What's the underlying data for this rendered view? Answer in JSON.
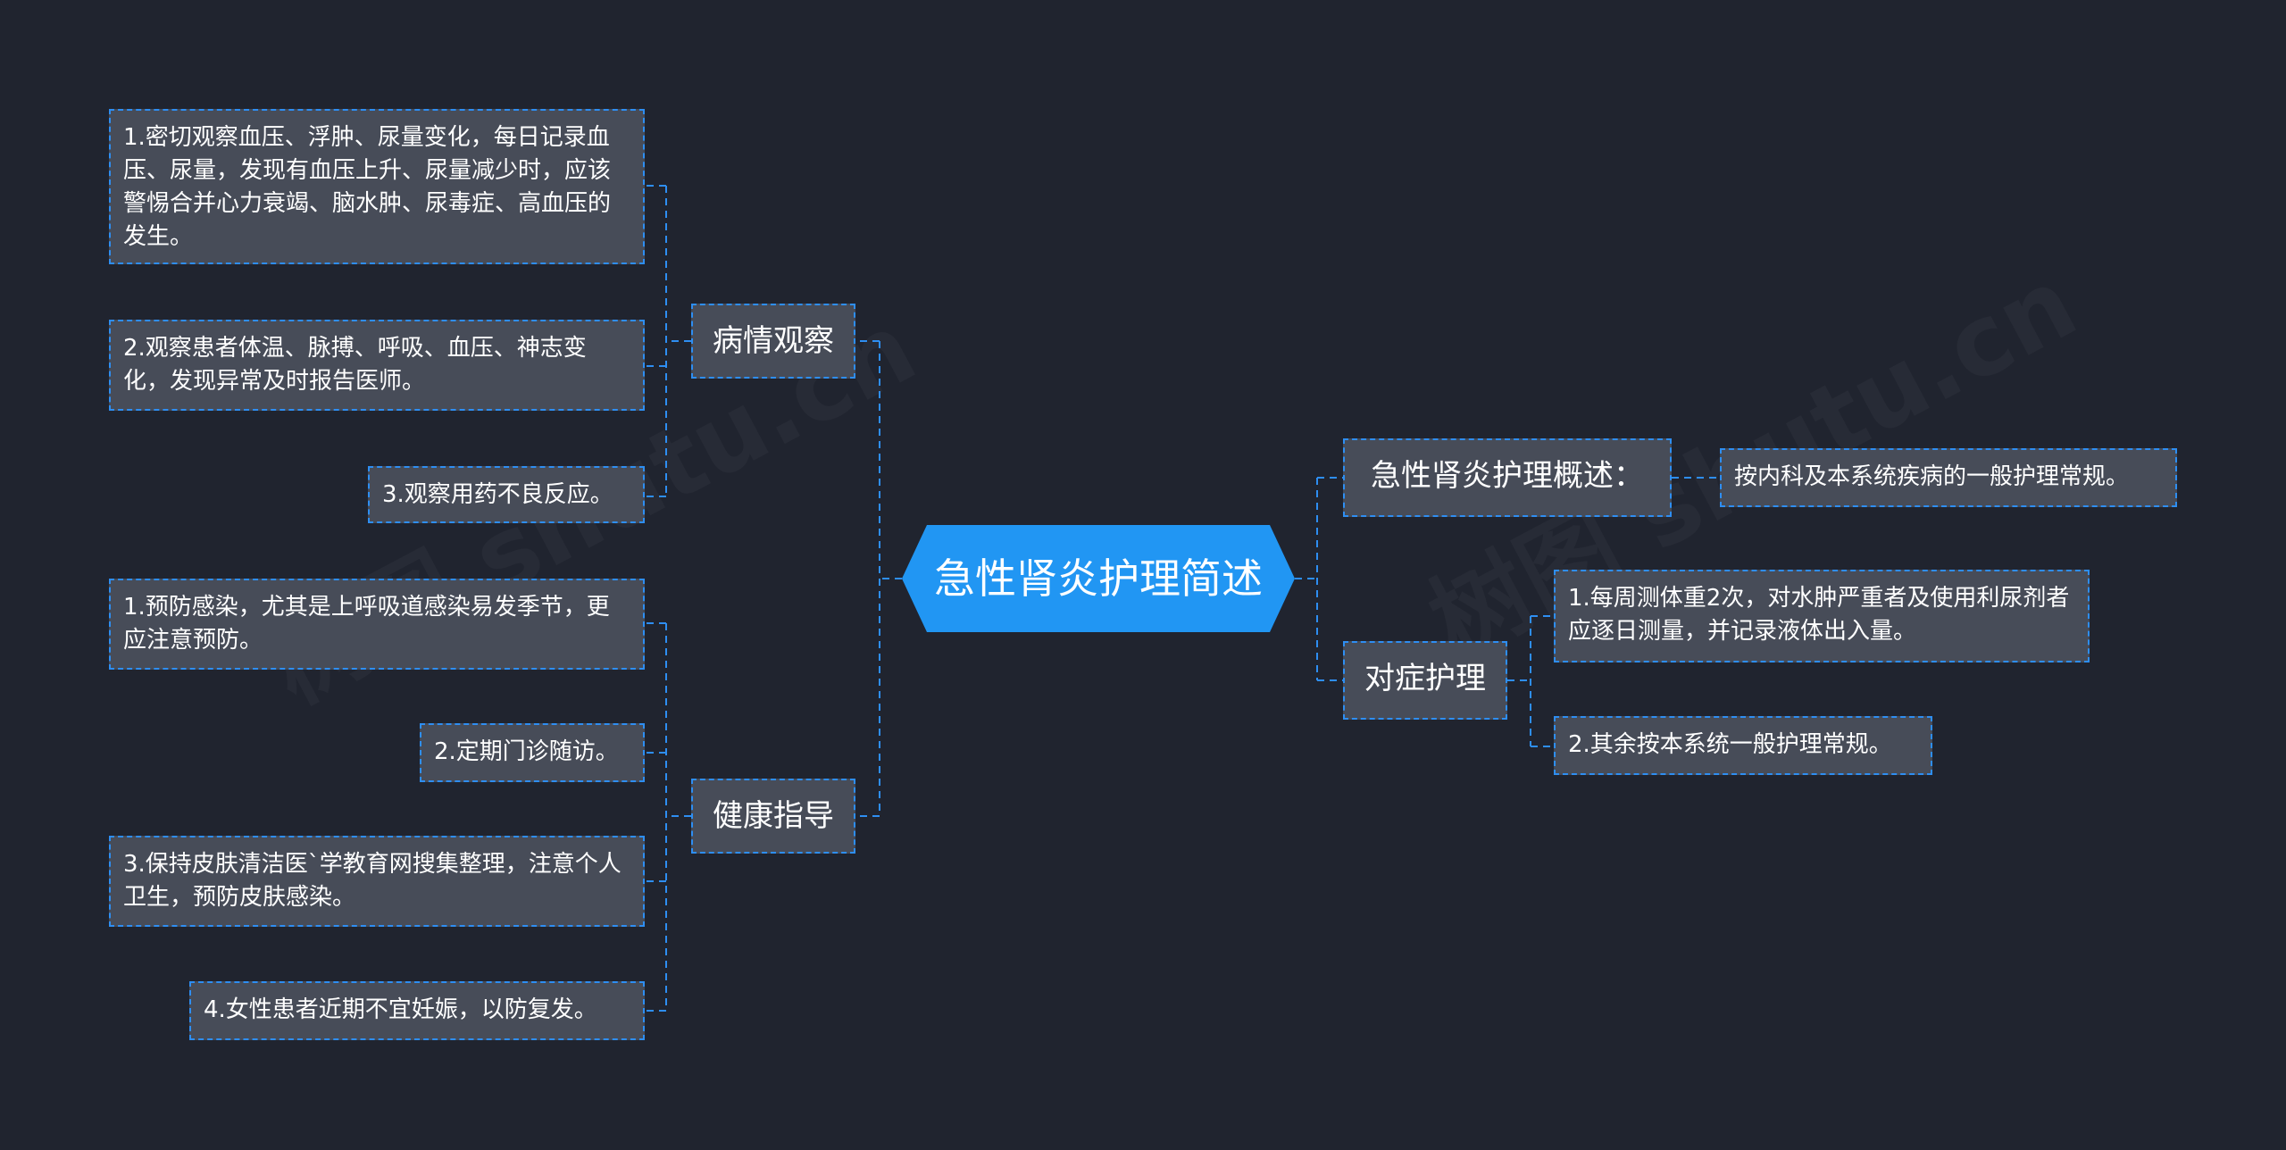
{
  "root": {
    "title": "急性肾炎护理简述"
  },
  "branches": {
    "observation": {
      "label": "病情观察",
      "items": [
        "1.密切观察血压、浮肿、尿量变化，每日记录血压、尿量，发现有血压上升、尿量减少时，应该警惕合并心力衰竭、脑水肿、尿毒症、高血压的发生。",
        "2.观察患者体温、脉搏、呼吸、血压、神志变化，发现异常及时报告医师。",
        "3.观察用药不良反应。"
      ]
    },
    "health": {
      "label": "健康指导",
      "items": [
        "1.预防感染，尤其是上呼吸道感染易发季节，更应注意预防。",
        "2.定期门诊随访。",
        "3.保持皮肤清洁医`学教育网搜集整理，注意个人卫生，预防皮肤感染。",
        "4.女性患者近期不宜妊娠，以防复发。"
      ]
    },
    "overview": {
      "label": "急性肾炎护理概述：",
      "items": [
        "按内科及本系统疾病的一般护理常规。"
      ]
    },
    "symptomatic": {
      "label": "对症护理",
      "items": [
        "1.每周测体重2次，对水肿严重者及使用利尿剂者应逐日测量，并记录液体出入量。",
        "2.其余按本系统一般护理常规。"
      ]
    }
  },
  "colors": {
    "background": "#20242f",
    "node": "#474c58",
    "accent": "#2196f3",
    "line": "#2e8ef2"
  }
}
